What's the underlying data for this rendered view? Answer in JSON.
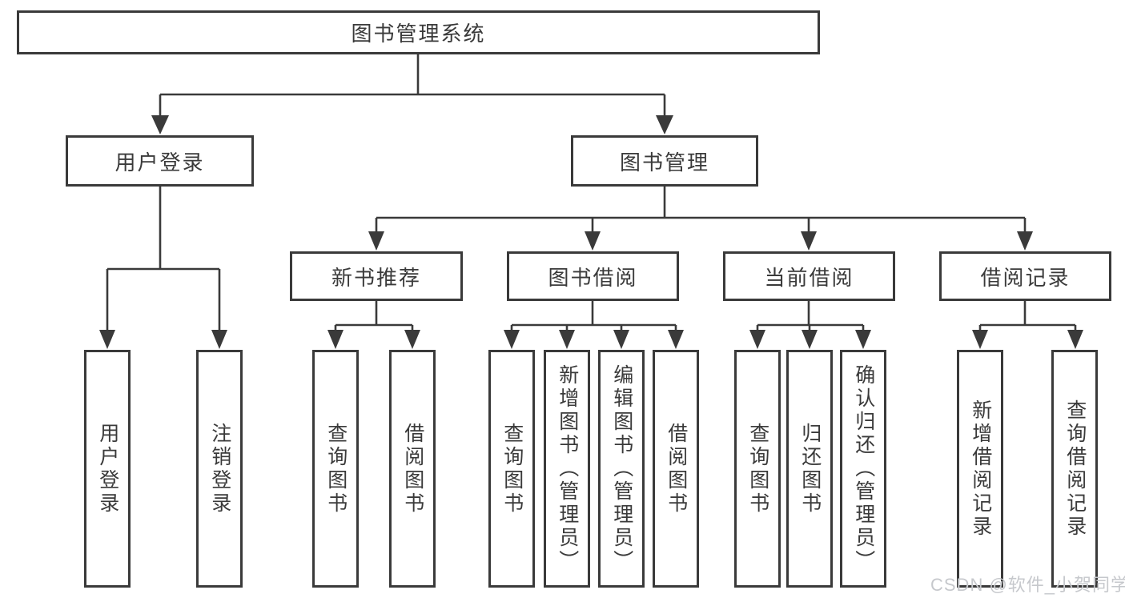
{
  "diagram": {
    "title": "图书管理系统",
    "level2": [
      {
        "label": "用户登录"
      },
      {
        "label": "图书管理"
      }
    ],
    "level3": [
      {
        "label": "新书推荐"
      },
      {
        "label": "图书借阅"
      },
      {
        "label": "当前借阅"
      },
      {
        "label": "借阅记录"
      }
    ],
    "leaves": {
      "login": [
        "用户登录",
        "注销登录"
      ],
      "recommend": [
        "查询图书",
        "借阅图书"
      ],
      "borrow": [
        "查询图书",
        "新增图书（管理员）",
        "编辑图书（管理员）",
        "借阅图书"
      ],
      "current": [
        "查询图书",
        "归还图书",
        "确认归还（管理员）"
      ],
      "records": [
        "新增借阅记录",
        "查询借阅记录"
      ]
    },
    "colors": {
      "line": "#3a3a3a",
      "text": "#3a3a3a",
      "background": "#ffffff",
      "watermark": "#c6c8cc"
    },
    "watermark": "CSDN @软件_小贺同学"
  }
}
